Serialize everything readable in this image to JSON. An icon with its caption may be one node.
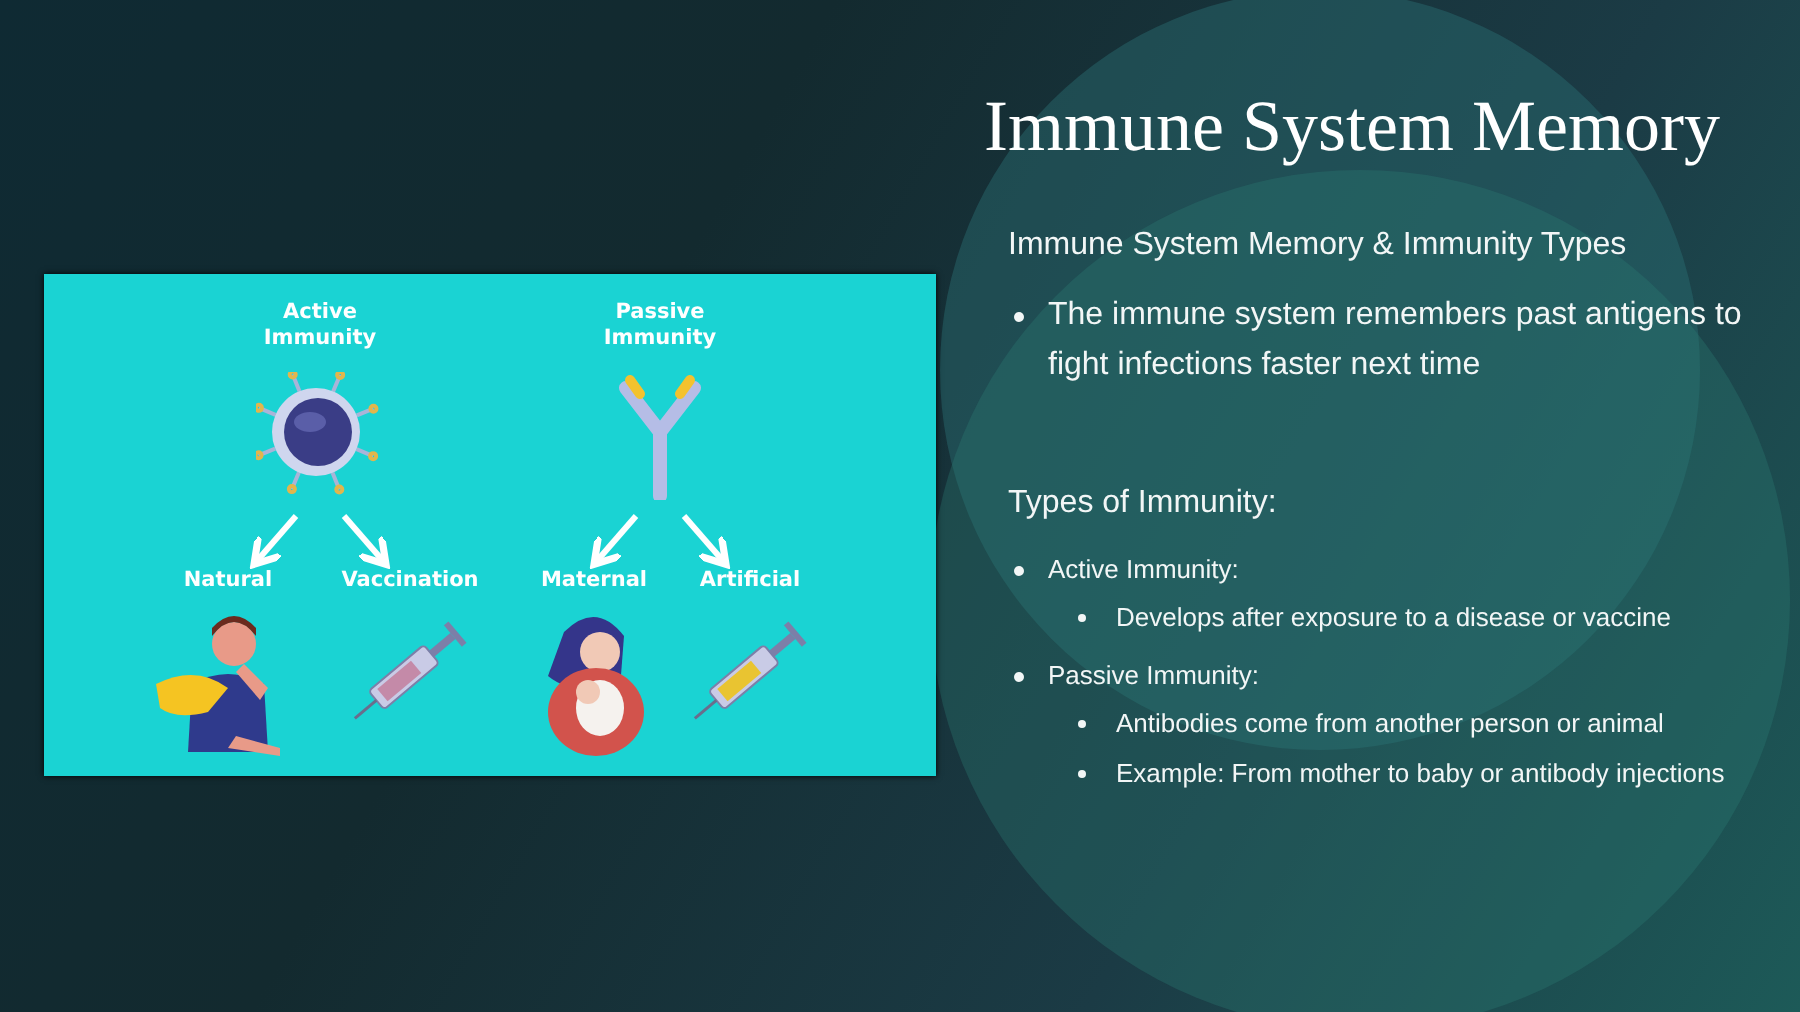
{
  "diagram": {
    "title": "Immune System Memory",
    "nodes": [
      {
        "text": [
          "Active Immunity"
        ]
      },
      {
        "text": [
          "Natural"
        ]
      },
      {
        "text": [
          "Vaccination"
        ]
      },
      {
        "text": [
          "Passive Immunity"
        ]
      },
      {
        "text": [
          "Maternal"
        ]
      },
      {
        "text": [
          "Artificial"
        ]
      }
    ],
    "edges": [
      {
        "from": 0,
        "to": 1,
        "arrow": "to"
      },
      {
        "from": 0,
        "to": 2,
        "arrow": "to"
      },
      {
        "from": 3,
        "to": 4,
        "arrow": "to"
      },
      {
        "from": 3,
        "to": 5,
        "arrow": "to"
      }
    ],
    "labels": [
      "Immune System Memory & Immunity Types",
      "The immune system remembers past antigens to fight infections faster next time",
      "Types of Immunity:",
      "Active Immunity:",
      "Develops after exposure to a disease or vaccine",
      "Passive Immunity:",
      "Antibodies come from another person or animal",
      "Example: From mother to baby or antibody injections"
    ]
  }
}
